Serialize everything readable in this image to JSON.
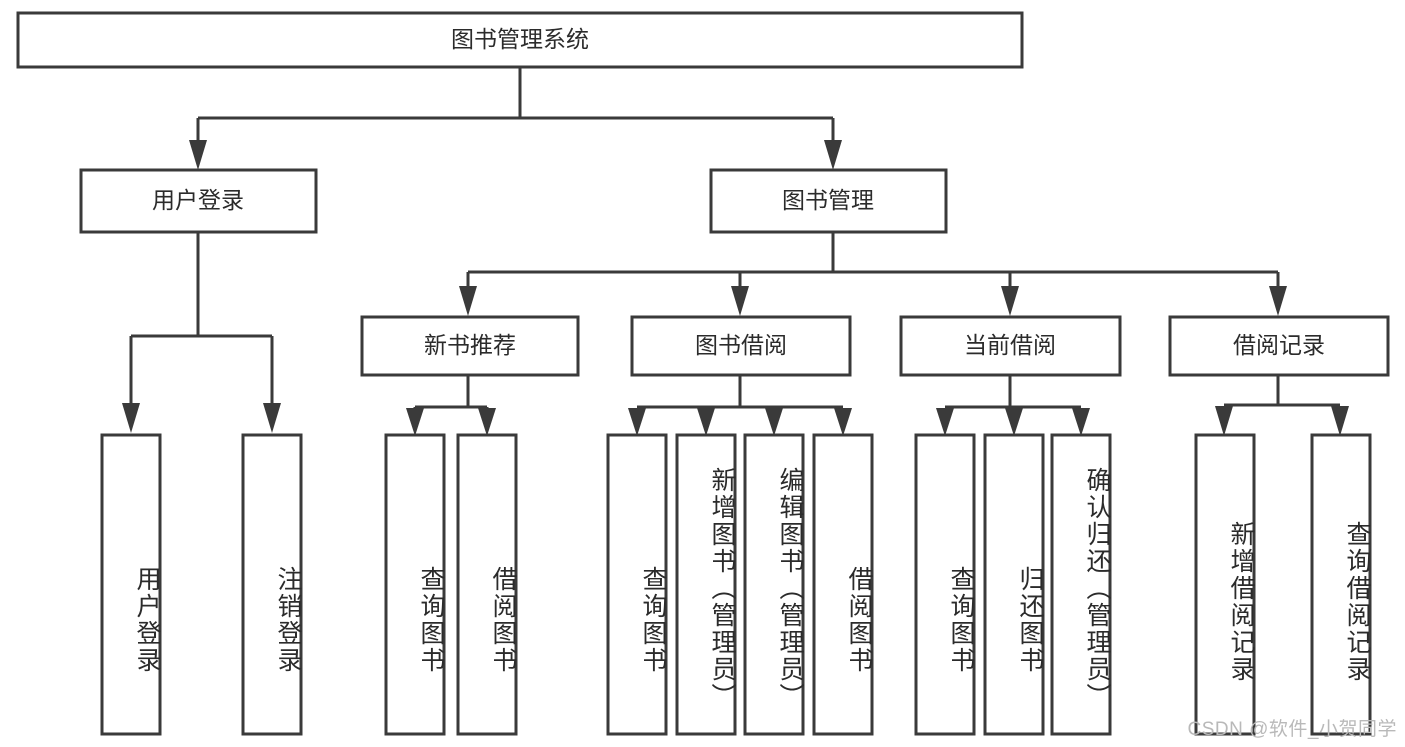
{
  "diagram": {
    "title": "图书管理系统",
    "type": "tree",
    "orientation": "top-down",
    "stroke_color": "#3a3a3a",
    "box_fill": "#ffffff",
    "background": "#ffffff",
    "root": {
      "id": "root",
      "label": "图书管理系统",
      "orientation": "horizontal"
    },
    "level2": [
      {
        "id": "user-login",
        "label": "用户登录",
        "orientation": "horizontal"
      },
      {
        "id": "book-management",
        "label": "图书管理",
        "orientation": "horizontal"
      }
    ],
    "level3": [
      {
        "id": "new-book-recommend",
        "label": "新书推荐",
        "parent": "book-management",
        "orientation": "horizontal"
      },
      {
        "id": "book-borrow",
        "label": "图书借阅",
        "parent": "book-management",
        "orientation": "horizontal"
      },
      {
        "id": "current-borrow",
        "label": "当前借阅",
        "parent": "book-management",
        "orientation": "horizontal"
      },
      {
        "id": "borrow-record",
        "label": "借阅记录",
        "parent": "book-management",
        "orientation": "horizontal"
      }
    ],
    "leaves": [
      {
        "id": "leaf-user-login",
        "label": "用户登录",
        "parent": "user-login",
        "orientation": "vertical"
      },
      {
        "id": "leaf-user-logout",
        "label": "注销登录",
        "parent": "user-login",
        "orientation": "vertical"
      },
      {
        "id": "leaf-query-book-1",
        "label": "查询图书",
        "parent": "new-book-recommend",
        "orientation": "vertical"
      },
      {
        "id": "leaf-borrow-book-1",
        "label": "借阅图书",
        "parent": "new-book-recommend",
        "orientation": "vertical"
      },
      {
        "id": "leaf-query-book-2",
        "label": "查询图书",
        "parent": "book-borrow",
        "orientation": "vertical"
      },
      {
        "id": "leaf-add-book",
        "label": "新增图书（管理员）",
        "parent": "book-borrow",
        "orientation": "vertical"
      },
      {
        "id": "leaf-edit-book",
        "label": "编辑图书（管理员）",
        "parent": "book-borrow",
        "orientation": "vertical"
      },
      {
        "id": "leaf-borrow-book-2",
        "label": "借阅图书",
        "parent": "book-borrow",
        "orientation": "vertical"
      },
      {
        "id": "leaf-query-book-3",
        "label": "查询图书",
        "parent": "current-borrow",
        "orientation": "vertical"
      },
      {
        "id": "leaf-return-book",
        "label": "归还图书",
        "parent": "current-borrow",
        "orientation": "vertical"
      },
      {
        "id": "leaf-confirm-return",
        "label": "确认归还（管理员）",
        "parent": "current-borrow",
        "orientation": "vertical"
      },
      {
        "id": "leaf-add-record",
        "label": "新增借阅记录",
        "parent": "borrow-record",
        "orientation": "vertical"
      },
      {
        "id": "leaf-query-record",
        "label": "查询借阅记录",
        "parent": "borrow-record",
        "orientation": "vertical"
      }
    ]
  },
  "watermark": {
    "text": "CSDN @软件_小贺同学"
  }
}
